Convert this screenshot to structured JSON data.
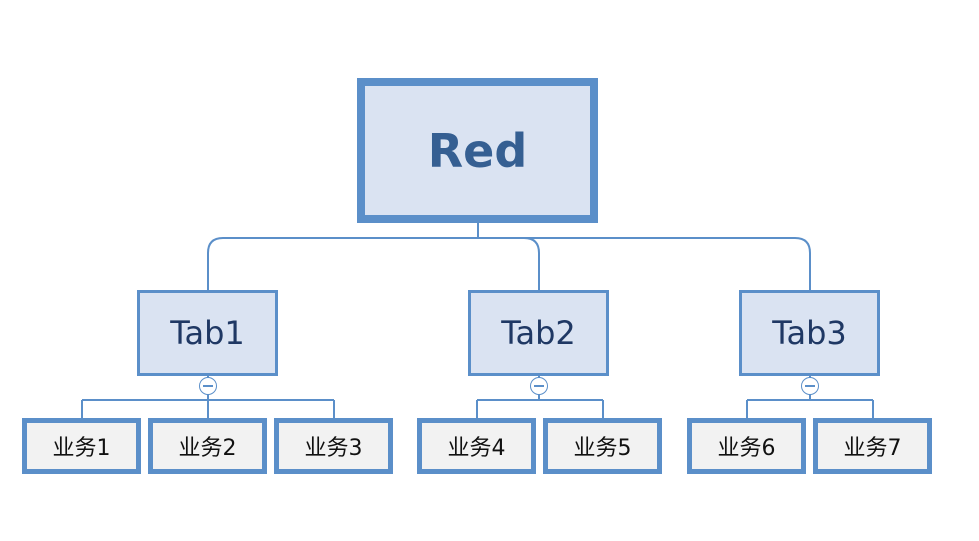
{
  "colors": {
    "connector": "#5b8fc9",
    "node_border": "#5b8fc9",
    "root_fill": "#dae3f2",
    "root_text": "#355f92",
    "tab_fill": "#dae3f2",
    "tab_text": "#1f3864",
    "leaf_fill": "#f2f2f2",
    "leaf_text": "#111111"
  },
  "icons": {
    "collapse": "minus-circle-icon"
  },
  "root": {
    "label": "Red"
  },
  "tabs": [
    {
      "label": "Tab1",
      "children": [
        "业务1",
        "业务2",
        "业务3"
      ]
    },
    {
      "label": "Tab2",
      "children": [
        "业务4",
        "业务5"
      ]
    },
    {
      "label": "Tab3",
      "children": [
        "业务6",
        "业务7"
      ]
    }
  ]
}
